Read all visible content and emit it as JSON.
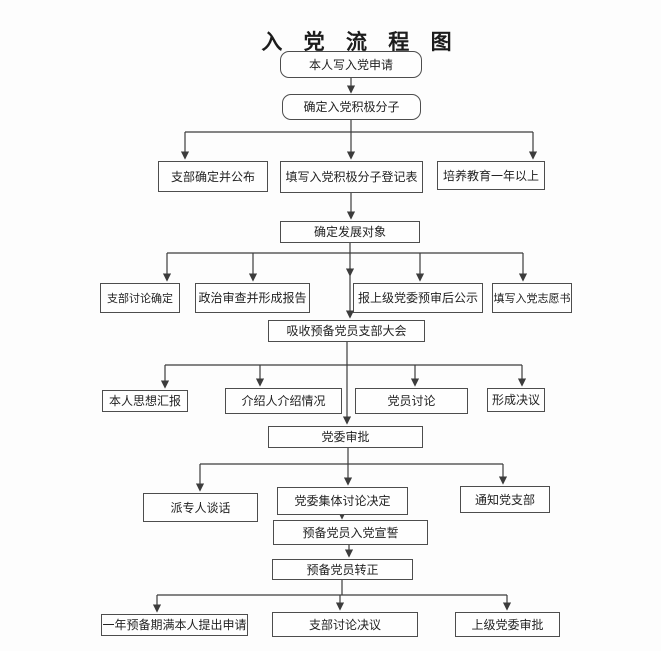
{
  "title": "入 党 流 程 图",
  "colors": {
    "background": "#fdfdfd",
    "box_border": "#4d4d4d",
    "connector_line": "#3c3c3c",
    "text": "#1f1f1f"
  },
  "nodes": {
    "write_application": {
      "label": "本人写入党申请"
    },
    "determine_activist": {
      "label": "确定入党积极分子"
    },
    "branch_confirm_announce": {
      "label": "支部确定并公布"
    },
    "fill_activist_form": {
      "label": "填写入党积极分子登记表"
    },
    "training_one_year": {
      "label": "培养教育一年以上"
    },
    "determine_target": {
      "label": "确定发展对象"
    },
    "branch_discuss_confirm": {
      "label": "支部讨论确定"
    },
    "political_review_report": {
      "label": "政治审查并形成报告"
    },
    "precheck_publicity": {
      "label": "报上级党委预审后公示"
    },
    "fill_volunteer_form": {
      "label": "填写入党志愿书"
    },
    "admission_branch_meeting": {
      "label": "吸收预备党员支部大会"
    },
    "self_thought_report": {
      "label": "本人思想汇报"
    },
    "introducer_introduction": {
      "label": "介绍人介绍情况"
    },
    "member_discussion": {
      "label": "党员讨论"
    },
    "form_resolution": {
      "label": "形成决议"
    },
    "committee_approval": {
      "label": "党委审批"
    },
    "appoint_person_talk": {
      "label": "派专人谈话"
    },
    "committee_collective_decision": {
      "label": "党委集体讨论决定"
    },
    "notify_party_branch": {
      "label": "通知党支部"
    },
    "probationary_oath": {
      "label": "预备党员入党宣誓"
    },
    "probationary_confirmation": {
      "label": "预备党员转正"
    },
    "one_year_self_application": {
      "label": "一年预备期满本人提出申请"
    },
    "branch_discussion_resolution": {
      "label": "支部讨论决议"
    },
    "superior_committee_approval": {
      "label": "上级党委审批"
    }
  }
}
